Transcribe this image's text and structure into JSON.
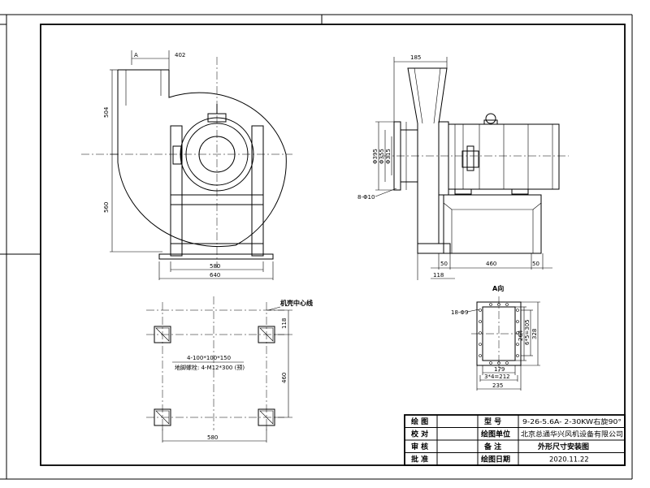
{
  "front_view": {
    "dims": {
      "top_width": "402",
      "upper_height": "504",
      "lower_height": "560",
      "base_inner": "580",
      "base_outer": "640"
    },
    "section_marker": "A"
  },
  "side_view": {
    "dims": {
      "top_width": "185",
      "dia1": "Φ395",
      "dia2": "Φ355",
      "dia3": "Φ315",
      "holes": "8-Φ10",
      "left_margin": "50",
      "center_width": "460",
      "right_margin": "50",
      "offset": "118"
    }
  },
  "plan_view": {
    "dims": {
      "depth": "118",
      "mid_height": "460",
      "width": "580",
      "pad": "4-100*100*150",
      "bolt": "地脚螺栓: 4-M12*300 (预)"
    },
    "centerline_label": "机壳中心线"
  },
  "a_view": {
    "title": "A向",
    "dims": {
      "holes": "18-Φ9",
      "w1": "179",
      "w2": "3*4=212",
      "w3": "235",
      "h1": "264",
      "h2": "6*5=305",
      "h3": "328"
    }
  },
  "title_block": {
    "r1": {
      "c1": "绘 图",
      "c3": "型  号",
      "c4": "9-26-5.6A- 2-30KW右旋90°"
    },
    "r2": {
      "c1": "校 对",
      "c3": "绘图单位",
      "c4": "北京总通华兴风机设备有限公司"
    },
    "r3": {
      "c1": "审 核",
      "c3": "备  注",
      "c4": "外形尺寸安装图"
    },
    "r4": {
      "c1": "批 准",
      "c3": "绘图日期",
      "c4": "2020.11.22"
    }
  }
}
